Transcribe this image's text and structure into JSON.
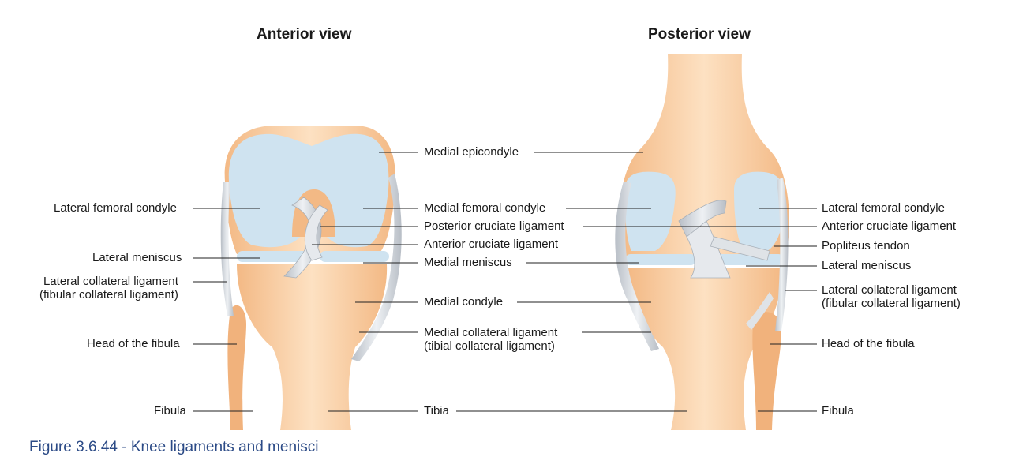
{
  "titles": {
    "anterior": "Anterior view",
    "posterior": "Posterior view"
  },
  "anterior_labels": {
    "lateral_femoral_condyle": "Lateral femoral condyle",
    "lateral_meniscus": "Lateral meniscus",
    "lateral_collateral_ligament": "Lateral collateral ligament",
    "lateral_collateral_ligament_alt": "(fibular collateral ligament)",
    "head_of_fibula": "Head of the fibula",
    "fibula": "Fibula"
  },
  "center_labels": {
    "medial_epicondyle": "Medial epicondyle",
    "medial_femoral_condyle": "Medial femoral condyle",
    "posterior_cruciate_ligament": "Posterior cruciate ligament",
    "anterior_cruciate_ligament": "Anterior cruciate ligament",
    "medial_meniscus": "Medial meniscus",
    "medial_condyle": "Medial condyle",
    "medial_collateral_ligament": "Medial collateral ligament",
    "medial_collateral_ligament_alt": "(tibial collateral ligament)",
    "tibia": "Tibia"
  },
  "posterior_labels": {
    "lateral_femoral_condyle": "Lateral femoral condyle",
    "anterior_cruciate_ligament": "Anterior cruciate ligament",
    "popliteus_tendon": "Popliteus tendon",
    "lateral_meniscus": "Lateral meniscus",
    "lateral_collateral_ligament": "Lateral collateral ligament",
    "lateral_collateral_ligament_alt": "(fibular collateral ligament)",
    "head_of_fibula": "Head of the fibula",
    "fibula": "Fibula"
  },
  "caption": "Figure 3.6.44 - Knee ligaments and menisci",
  "colors": {
    "bone": "#f6c79a",
    "bone_light": "#fde4c8",
    "cartilage": "#cfe3f0",
    "ligament": "#d9dde2",
    "caption": "#2b4a86"
  }
}
